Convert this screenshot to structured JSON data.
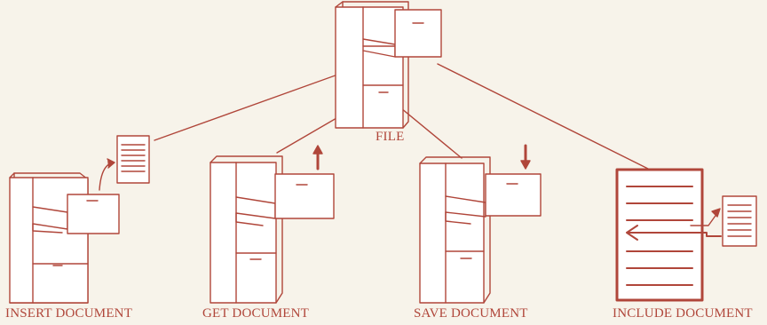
{
  "labels": {
    "file": "FILE",
    "insert": "INSERT DOCUMENT",
    "get": "GET DOCUMENT",
    "save": "SAVE DOCUMENT",
    "include": "INCLUDE DOCUMENT"
  },
  "colors": {
    "stroke": "#b0463a",
    "background": "#f7f3ea",
    "fill": "#ffffff"
  }
}
